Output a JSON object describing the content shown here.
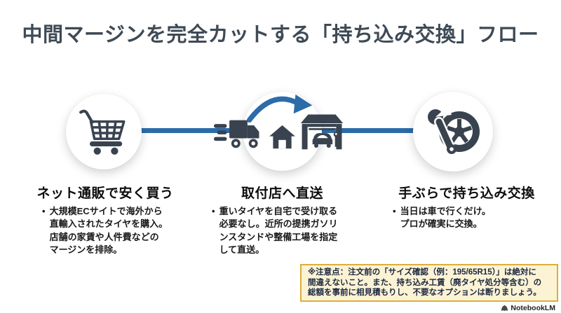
{
  "title": "中間マージンを完全カットする「持ち込み交換」フロー",
  "ui": {
    "bullet_char": "•"
  },
  "steps": [
    {
      "icon": "shopping-cart-icon",
      "heading": "ネット通販で安く買う",
      "bullet": "大規模ECサイトで海外から\n直輸入されたタイヤを購入。\n店舗の家賃や人件費などの\nマージンを排除。"
    },
    {
      "icon": "delivery-truck-to-garage-icon",
      "heading": "取付店へ直送",
      "bullet": "重いタイヤを自宅で受け取る\n必要なし。近所の提携ガソリ\nンスタンドや整備工場を指定\nして直送。"
    },
    {
      "icon": "wrench-and-tire-icon",
      "heading": "手ぶらで持ち込み交換",
      "bullet": "当日は車で行くだけ。\nプロが確実に交換。"
    }
  ],
  "note": {
    "text": "※注意点：注文前の「サイズ確認（例：195/65R15）」は絶対に\n間違えないこと。また、持ち込み工賃（廃タイヤ処分等含む）の\n総額を事前に相見積もりし、不要なオプションは断りましょう。"
  },
  "watermark": {
    "label": "NotebookLM"
  },
  "colors": {
    "accent_blue": "#2b6ca9",
    "icon_slate": "#39434f",
    "title_color": "#3e4a55",
    "heading_color": "#0c0c0c",
    "note_bg": "#fcf3d5",
    "note_border": "#dcae3a"
  }
}
